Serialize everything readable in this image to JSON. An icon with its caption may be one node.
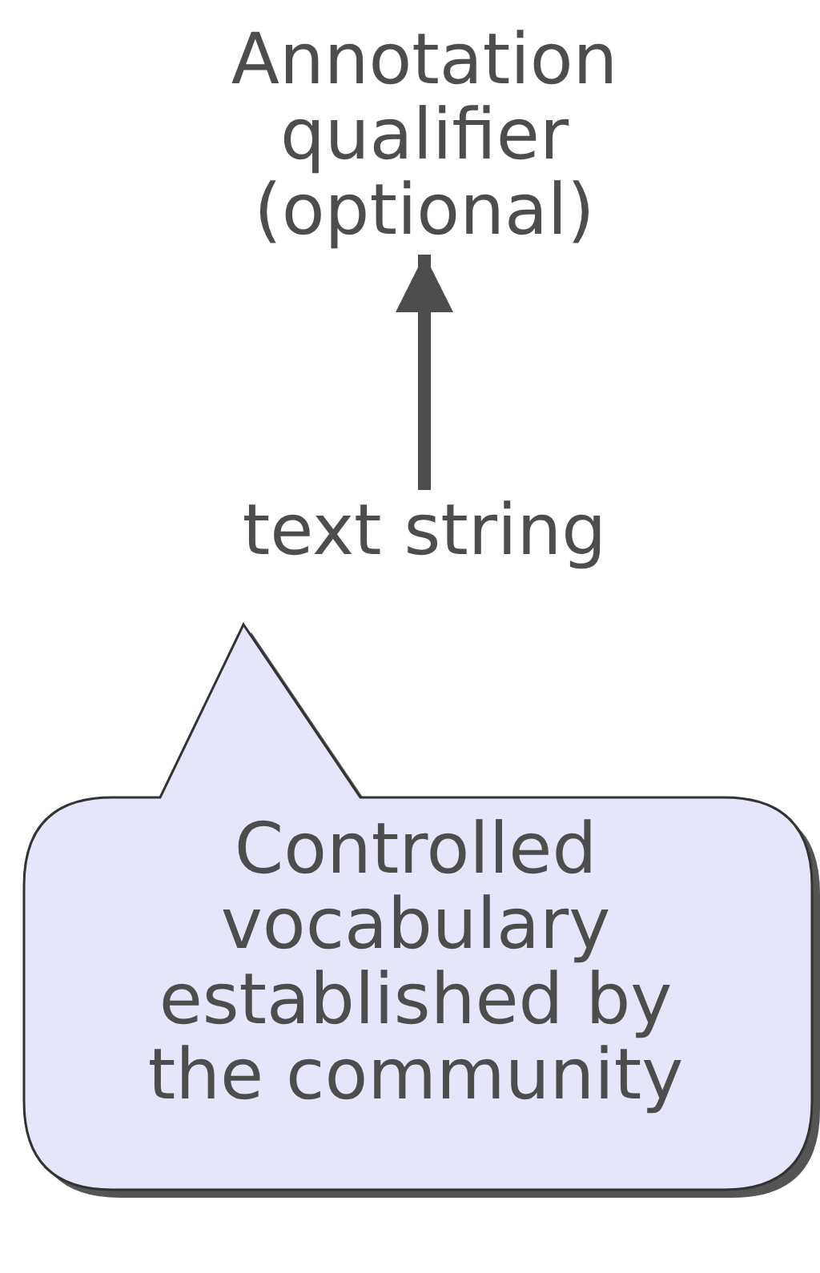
{
  "diagram": {
    "nodes": [
      {
        "text": [
          "Annotation qualifier (optional)"
        ]
      },
      {
        "text": [
          "text string"
        ]
      },
      {
        "text": [
          "Controlled vocabulary established by the community"
        ]
      }
    ],
    "edges": [
      {
        "from": 1,
        "to": 0,
        "arrow": "to"
      }
    ]
  }
}
